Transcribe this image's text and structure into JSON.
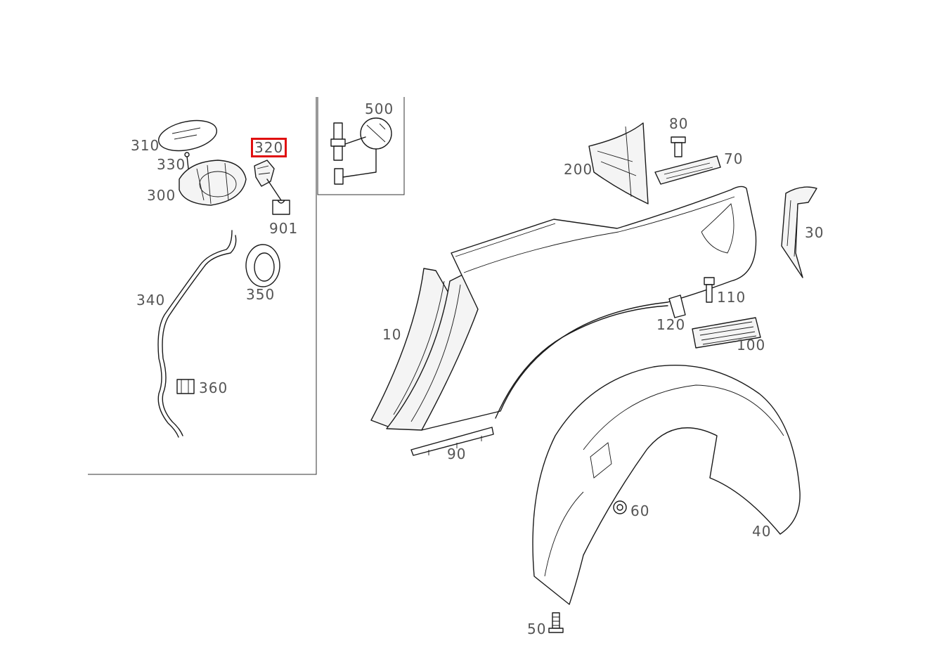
{
  "diagram": {
    "selected_part": "320",
    "parts": [
      {
        "id": "310",
        "label": "310"
      },
      {
        "id": "320",
        "label": "320"
      },
      {
        "id": "330",
        "label": "330"
      },
      {
        "id": "300",
        "label": "300"
      },
      {
        "id": "901",
        "label": "901"
      },
      {
        "id": "340",
        "label": "340"
      },
      {
        "id": "350",
        "label": "350"
      },
      {
        "id": "360",
        "label": "360"
      },
      {
        "id": "500",
        "label": "500"
      },
      {
        "id": "80",
        "label": "80"
      },
      {
        "id": "70",
        "label": "70"
      },
      {
        "id": "200",
        "label": "200"
      },
      {
        "id": "30",
        "label": "30"
      },
      {
        "id": "110",
        "label": "110"
      },
      {
        "id": "120",
        "label": "120"
      },
      {
        "id": "100",
        "label": "100"
      },
      {
        "id": "10",
        "label": "10"
      },
      {
        "id": "90",
        "label": "90"
      },
      {
        "id": "60",
        "label": "60"
      },
      {
        "id": "40",
        "label": "40"
      },
      {
        "id": "50",
        "label": "50"
      }
    ]
  },
  "colors": {
    "highlight": "#e01010",
    "line": "#1a1a1a",
    "label": "#555555"
  }
}
